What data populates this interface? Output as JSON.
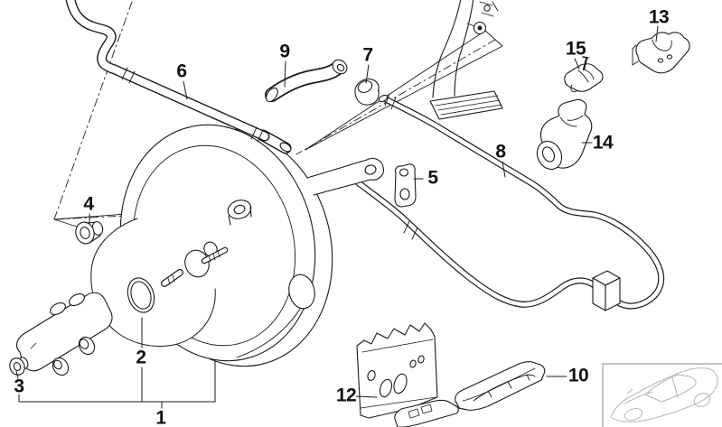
{
  "figure": {
    "type": "exploded-parts-diagram",
    "subject": "power-brake-unit-with-vacuum-pipe",
    "colors": {
      "background": "#ffffff",
      "line": "#1a1a1a",
      "inset_car_line": "#b5b5b5",
      "inset_border": "#9a9a9a"
    },
    "callouts": {
      "c1": "1",
      "c2": "2",
      "c3": "3",
      "c4": "4",
      "c5": "5",
      "c6": "6",
      "c7": "7",
      "c8": "8",
      "c9": "9",
      "c10": "10",
      "c12": "12",
      "c13": "13",
      "c14": "14",
      "c15": "15"
    }
  }
}
